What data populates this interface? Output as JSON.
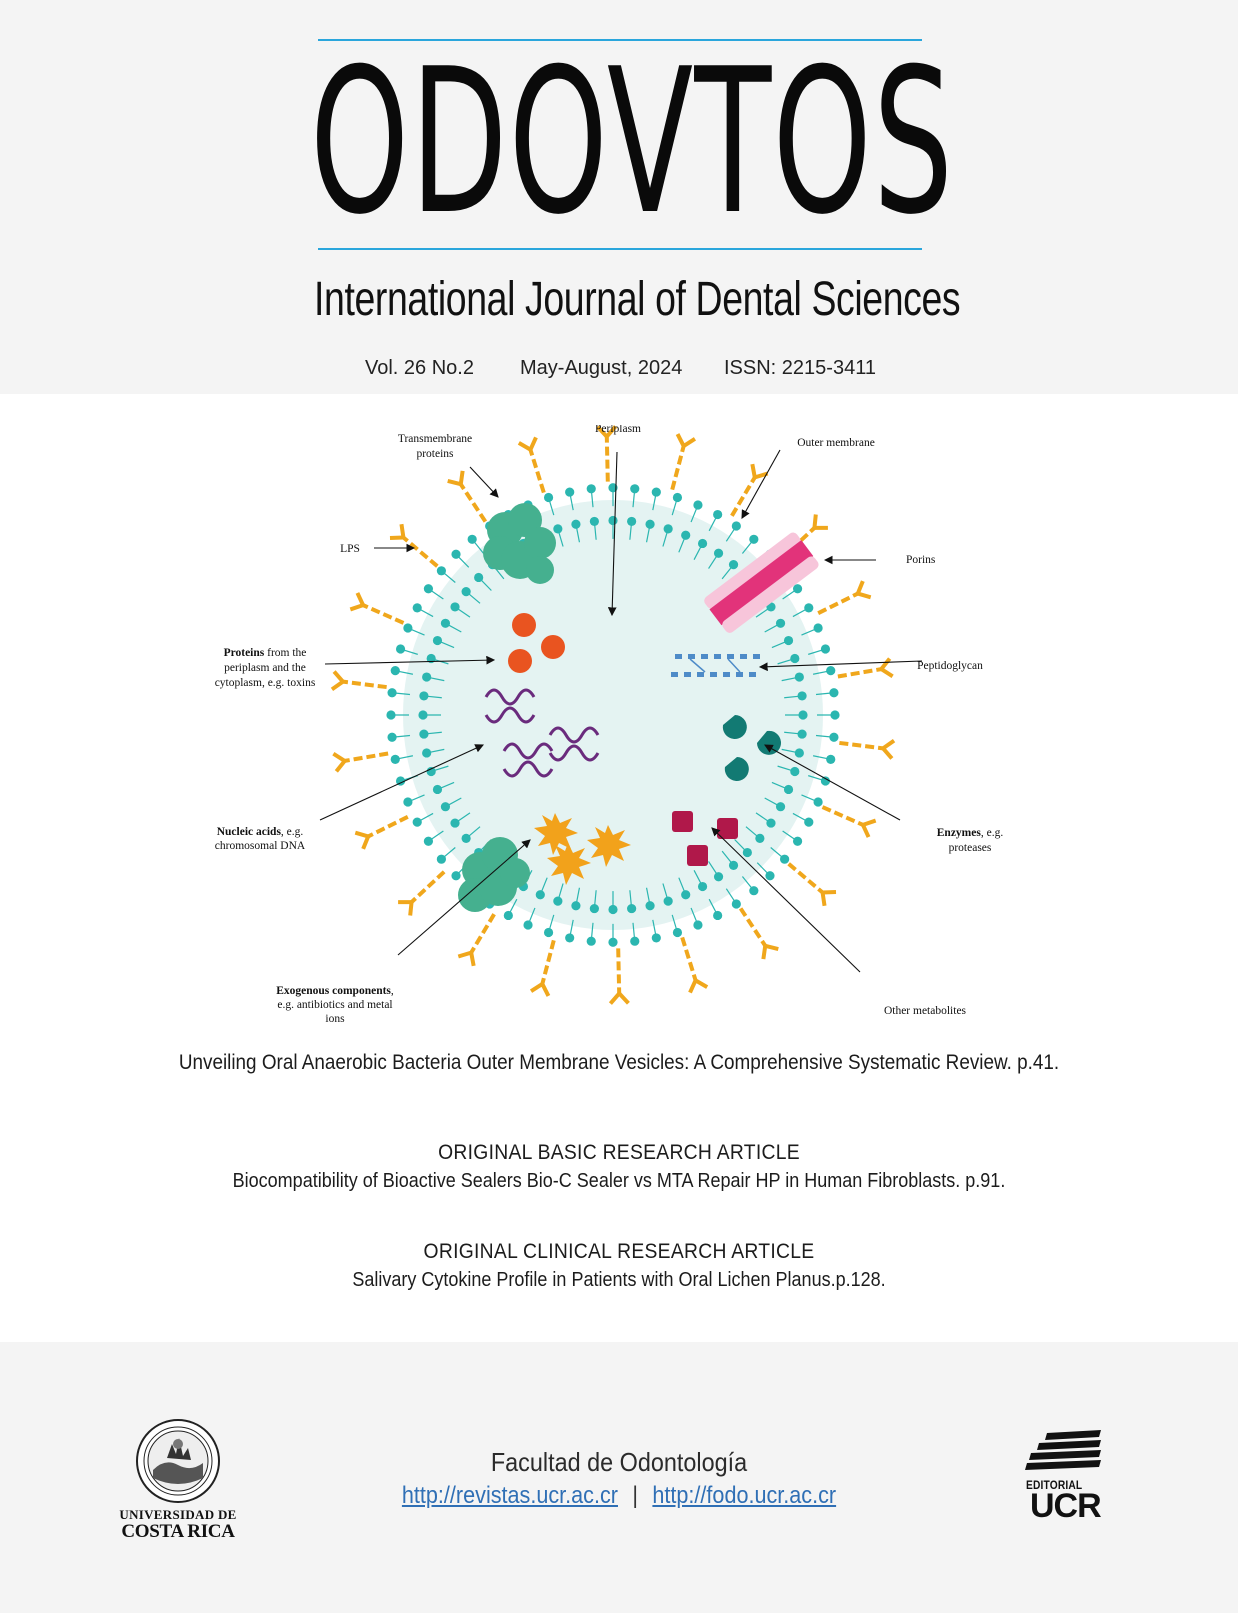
{
  "journal": {
    "name": "ODOVTOS",
    "subtitle": "International Journal of Dental Sciences",
    "volume": "Vol. 26 No.2",
    "period": "May-August, 2024",
    "issn": "ISSN:  2215-3411"
  },
  "figure": {
    "labels": {
      "transmembrane_1": "Transmembrane",
      "transmembrane_2": "proteins",
      "periplasm": "Periplasm",
      "outer_membrane": "Outer membrane",
      "lps": "LPS",
      "porins": "Porins",
      "proteins_bold": "Proteins",
      "proteins_1_rest": " from the",
      "proteins_2": "periplasm and the",
      "proteins_3": "cytoplasm, e.g. toxins",
      "peptidoglycan": "Peptidoglycan",
      "nucleic_bold": "Nucleic acids",
      "nucleic_1_rest": ", e.g.",
      "nucleic_2": "chromosomal DNA",
      "enzymes_bold": "Enzymes",
      "enzymes_1_rest": ", e.g.",
      "enzymes_2": "proteases",
      "exogenous_bold": "Exogenous components",
      "exogenous_1_rest": ",",
      "exogenous_2": "e.g. antibiotics and metal",
      "exogenous_3": "ions",
      "other_metabolites": "Other metabolites"
    },
    "colors": {
      "cell_fill": "#e4f3f2",
      "lipid_head": "#2bb6b0",
      "lps": "#f0a71c",
      "transmembrane": "#45b08f",
      "porin_dark": "#e2337a",
      "porin_light": "#f7c5da",
      "protein": "#e95420",
      "dna": "#6a2b7d",
      "enzyme": "#127a73",
      "metabolite": "#b0184a",
      "exogenous": "#f2a21b",
      "peptidoglycan": "#4e8bc8"
    }
  },
  "feature_article": "Unveiling Oral Anaerobic Bacteria Outer Membrane Vesicles: A Comprehensive Systematic Review. p.41.",
  "sections": [
    {
      "heading": "ORIGINAL BASIC RESEARCH ARTICLE",
      "title": "Biocompatibility of Bioactive Sealers Bio-C Sealer vs MTA Repair HP in Human Fibroblasts. p.91."
    },
    {
      "heading": "ORIGINAL CLINICAL RESEARCH ARTICLE",
      "title": "Salivary Cytokine Profile in Patients with Oral Lichen Planus.p.128."
    }
  ],
  "footer": {
    "faculty": "Facultad de Odontología",
    "link_1": "http://revistas.ucr.ac.cr",
    "separator": "|",
    "link_2": "http://fodo.ucr.ac.cr",
    "ucr_line1": "UNIVERSIDAD DE",
    "ucr_line2": "COSTA RICA",
    "editorial_word": "EDITORIAL",
    "editorial_ucr": "UCR"
  }
}
